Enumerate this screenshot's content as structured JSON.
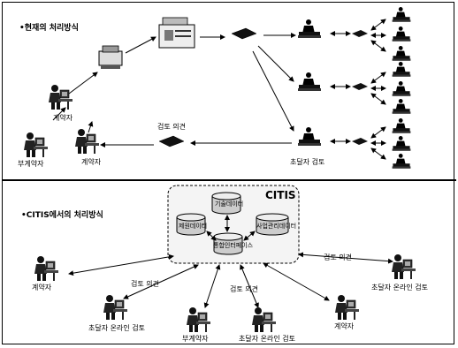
{
  "top_section": {
    "title": "•현재의 처리방식",
    "labels": {
      "contractor_left": "계약자",
      "non_contractor": "부계약자",
      "contractor_mid": "계약자",
      "review_opinion": "검토 의견",
      "orderer_review": "초달자 검토"
    }
  },
  "bottom_section": {
    "title": "•CITIS에서의 처리방식",
    "citis_label": "CITIS",
    "databases": {
      "tech_data": "기술데이터",
      "mgmt_data": "제원데이터",
      "project_mgmt": "사업관리데이터",
      "integrated": "통합인터페이스"
    },
    "labels": {
      "contractor_left": "계약자",
      "review_left": "검토 의견",
      "review_mid": "검토 의견",
      "review_right": "검토 의견",
      "online_review_1": "초달자 온라인 검토",
      "non_contractor": "부계약자",
      "online_review_2": "초달자 온라인 검토",
      "contractor_right": "계약자",
      "online_review_3": "초달자 온라인 검토"
    }
  },
  "icons": [
    "person-at-computer-icon",
    "printer-icon",
    "copier-icon",
    "envelope-icon",
    "database-icon",
    "person-at-desk-icon",
    "flag-icon"
  ]
}
